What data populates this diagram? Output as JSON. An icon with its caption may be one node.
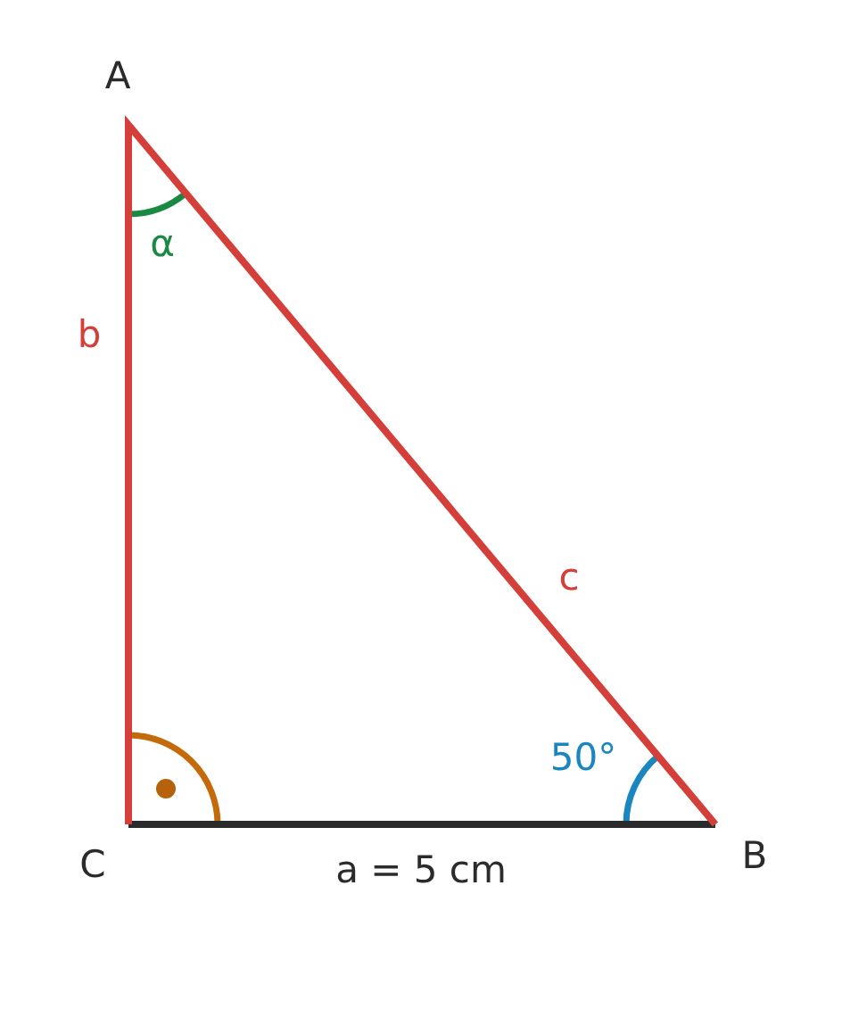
{
  "diagram": {
    "labels": [
      "A",
      "α",
      "b",
      "c",
      "50°",
      "C",
      "a = 5 cm",
      "B"
    ]
  }
}
